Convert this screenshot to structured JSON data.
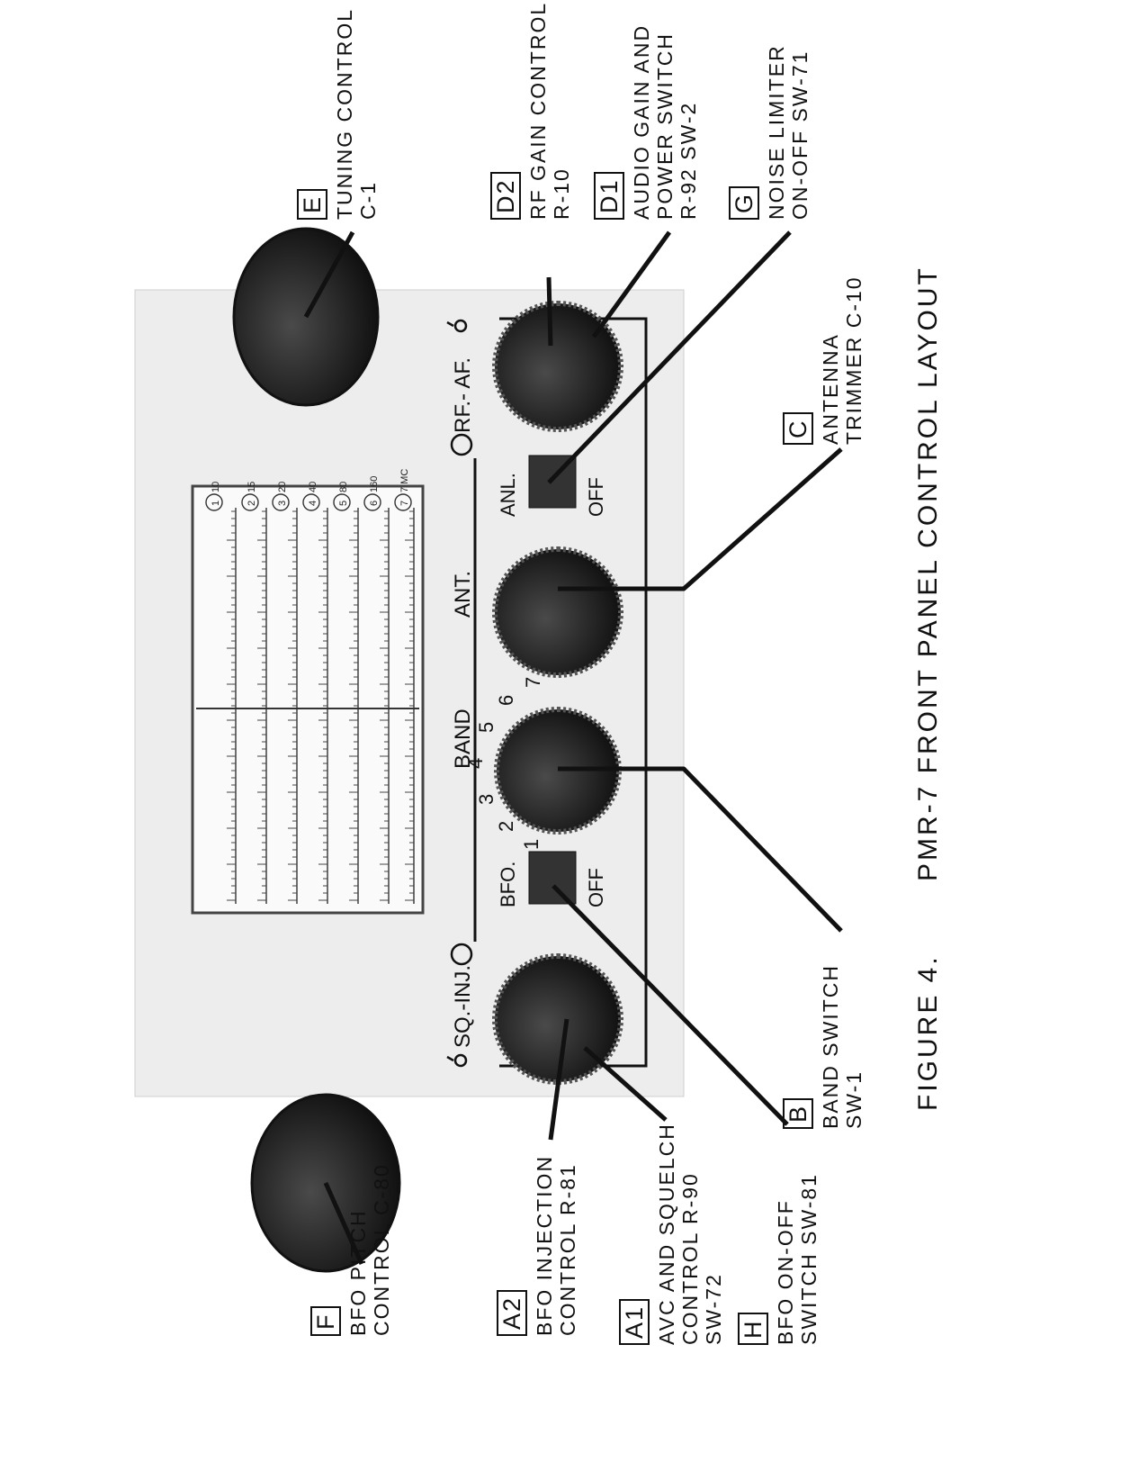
{
  "figure": {
    "number": "FIGURE 4.",
    "title": "PMR-7 FRONT PANEL CONTROL LAYOUT"
  },
  "callouts": [
    {
      "code": "F",
      "lines": [
        "BFO PITCH",
        "CONTROL C-80"
      ]
    },
    {
      "code": "A2",
      "lines": [
        "BFO INJECTION",
        "CONTROL R-81"
      ]
    },
    {
      "code": "A1",
      "lines": [
        "AVC AND SQUELCH",
        "CONTROL R-90",
        "SW-72"
      ]
    },
    {
      "code": "H",
      "lines": [
        "BFO ON-OFF",
        "SWITCH SW-81"
      ]
    },
    {
      "code": "B",
      "lines": [
        "BAND SWITCH",
        "SW-1"
      ]
    },
    {
      "code": "C",
      "lines": [
        "ANTENNA",
        "TRIMMER C-10"
      ]
    },
    {
      "code": "E",
      "lines": [
        "TUNING CONTROL",
        "C-1"
      ]
    },
    {
      "code": "D2",
      "lines": [
        "RF GAIN CONTROL",
        "R-10"
      ]
    },
    {
      "code": "D1",
      "lines": [
        "AUDIO GAIN AND",
        "POWER SWITCH",
        "R-92 SW-2"
      ]
    },
    {
      "code": "G",
      "lines": [
        "NOISE LIMITER",
        "ON-OFF SW-71"
      ]
    }
  ],
  "panel": {
    "labels": {
      "sq_inj": "SQ.-INJ.",
      "band": "BAND",
      "ant": "ANT.",
      "rf_af": "RF.- AF.",
      "bfo": "BFO.",
      "anl": "ANL.",
      "off": "OFF"
    },
    "band_numbers": [
      "1",
      "2",
      "3",
      "4",
      "5",
      "6",
      "7"
    ],
    "dial_bands": [
      "10",
      "15",
      "20",
      "40",
      "80",
      "160",
      "7 MC"
    ],
    "dial_band_numbers": [
      "1",
      "2",
      "3",
      "4",
      "5",
      "6",
      "7"
    ]
  },
  "colors": {
    "ink": "#111111",
    "knob": "#2a2a2a",
    "panel": "#eeeeee"
  }
}
